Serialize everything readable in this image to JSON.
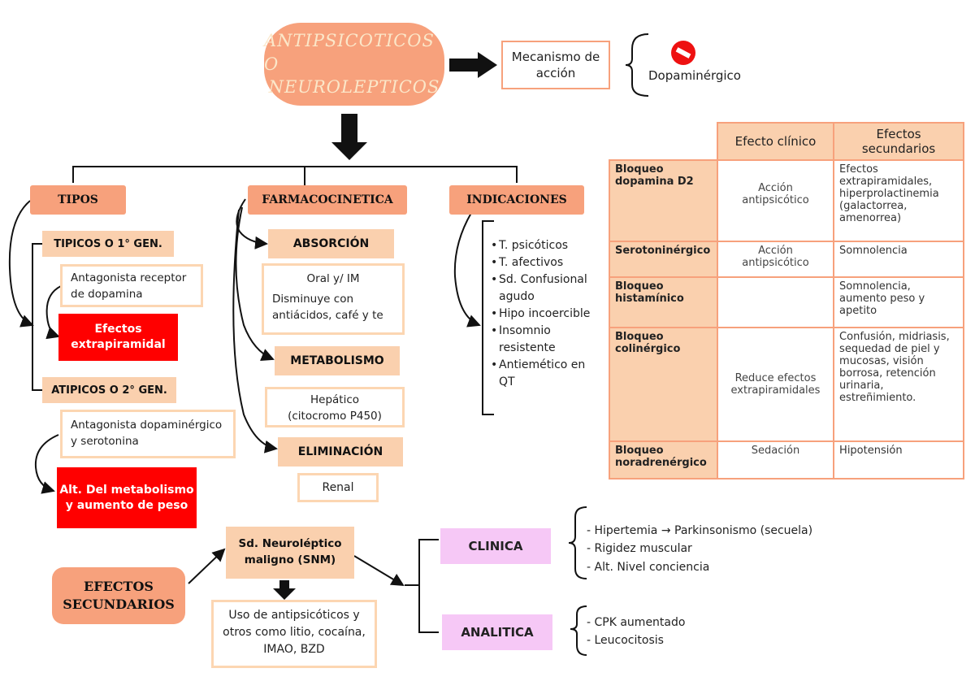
{
  "title": {
    "line1": "Antipsicoticos o",
    "line2": "Neurolepticos"
  },
  "mechanism": {
    "label": "Mecanismo de acción",
    "value": "Dopaminérgico"
  },
  "tipos": {
    "header": "TIPOS",
    "tipicos": {
      "label": "TIPICOS O 1° GEN.",
      "desc": "Antagonista receptor de dopamina",
      "effect": "Efectos extrapiramidal"
    },
    "atipicos": {
      "label": "ATIPICOS O 2° GEN.",
      "desc": "Antagonista dopaminérgico y serotonina",
      "effect": "Alt. Del metabolismo y aumento de peso"
    }
  },
  "farmaco": {
    "header": "FARMACOCINETICA",
    "absorcion": {
      "label": "ABSORCIÓN",
      "line1": "Oral y/ IM",
      "line2": "Disminuye con antiácidos, café y te"
    },
    "metabolismo": {
      "label": "METABOLISMO",
      "line1": "Hepático",
      "line2": "(citocromo P450)"
    },
    "eliminacion": {
      "label": "ELIMINACIÓN",
      "value": "Renal"
    }
  },
  "indicaciones": {
    "header": "INDICACIONES",
    "items": [
      "T. psicóticos",
      "T. afectivos",
      "Sd. Confusional agudo",
      "Hipo incoercible",
      "Insomnio resistente",
      "Antiemético en QT"
    ]
  },
  "table": {
    "headers": [
      "",
      "Efecto clínico",
      "Efectos secundarios"
    ],
    "rows": [
      {
        "name": "Bloqueo dopamina D2",
        "clinical": "Acción antipsicótico",
        "side": "Efectos extrapiramidales, hiperprolactinemia (galactorrea, amenorrea)"
      },
      {
        "name": "Serotoninérgico",
        "clinical": "Acción antipsicótico",
        "side": "Somnolencia"
      },
      {
        "name": "Bloqueo histamínico",
        "clinical": "",
        "side": "Somnolencia, aumento peso y apetito"
      },
      {
        "name": "Bloqueo colinérgico",
        "clinical": "Reduce efectos extrapiramidales",
        "side": "Confusión, midriasis, sequedad de piel y mucosas, visión borrosa, retención urinaria, estreñimiento."
      },
      {
        "name": "Bloqueo noradrenérgico",
        "clinical": "Sedación",
        "side": "Hipotensión"
      }
    ]
  },
  "efectos": {
    "header": "EFECTOS SECUNDARIOS",
    "snm": "Sd. Neuroléptico maligno (SNM)",
    "snm_cause": "Uso de antipsicóticos y otros como litio, cocaína, IMAO, BZD",
    "clinica": {
      "label": "CLINICA",
      "items": [
        "- Hipertemia → Parkinsonismo (secuela)",
        "- Rigidez muscular",
        "- Alt. Nivel conciencia"
      ]
    },
    "analitica": {
      "label": "ANALITICA",
      "items": [
        "- CPK aumentado",
        "- Leucocitosis"
      ]
    }
  },
  "colors": {
    "accent": "#f7a17c",
    "peach": "#fad0ae",
    "red": "#ff0000",
    "pink": "#f6c8f6"
  }
}
